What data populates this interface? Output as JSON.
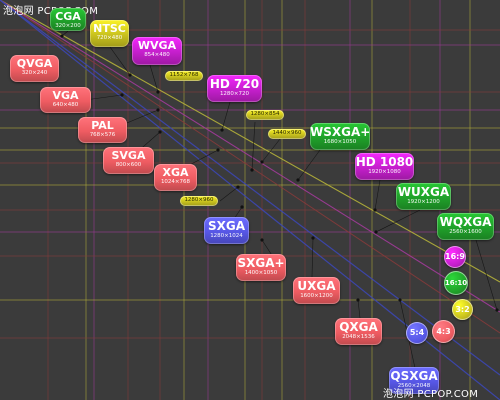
{
  "watermark_top": "泡泡网 PCPOP.COM",
  "watermark_bottom": "泡泡网 PCPOP.COM",
  "colors": {
    "background": "#3b3b3b",
    "red": "#ef5c62",
    "green": "#20a02a",
    "yellow": "#c9c21f",
    "magenta": "#c41fcb",
    "blue": "#5757e6",
    "guide_yellow": "#b6b23a",
    "guide_magenta": "#a23b9a",
    "guide_red": "#8a3b3b",
    "guide_blue": "#3c47b4"
  },
  "resolutions": [
    {
      "name": "CGA",
      "dims": "320×200",
      "color": "green"
    },
    {
      "name": "NTSC",
      "dims": "720×480",
      "color": "yellow"
    },
    {
      "name": "QVGA",
      "dims": "320×240",
      "color": "red"
    },
    {
      "name": "WVGA",
      "dims": "854×480",
      "color": "magenta"
    },
    {
      "name": "VGA",
      "dims": "640×480",
      "color": "red"
    },
    {
      "name": "HD 720",
      "dims": "1280×720",
      "color": "magenta"
    },
    {
      "name": "PAL",
      "dims": "768×576",
      "color": "red"
    },
    {
      "name": "SVGA",
      "dims": "800×600",
      "color": "red"
    },
    {
      "name": "WSXGA+",
      "dims": "1680×1050",
      "color": "green"
    },
    {
      "name": "XGA",
      "dims": "1024×768",
      "color": "red"
    },
    {
      "name": "HD 1080",
      "dims": "1920×1080",
      "color": "magenta"
    },
    {
      "name": "WUXGA",
      "dims": "1920×1200",
      "color": "green"
    },
    {
      "name": "SXGA",
      "dims": "1280×1024",
      "color": "blue"
    },
    {
      "name": "WQXGA",
      "dims": "2560×1600",
      "color": "green"
    },
    {
      "name": "SXGA+",
      "dims": "1400×1050",
      "color": "red"
    },
    {
      "name": "UXGA",
      "dims": "1600×1200",
      "color": "red"
    },
    {
      "name": "QXGA",
      "dims": "2048×1536",
      "color": "red"
    },
    {
      "name": "QSXGA",
      "dims": "2560×2048",
      "color": "blue"
    }
  ],
  "small_labels": [
    "1152×768",
    "1280×854",
    "1440×960",
    "1280×960"
  ],
  "ratios": [
    {
      "label": "16:9",
      "color": "magenta"
    },
    {
      "label": "16:10",
      "color": "green"
    },
    {
      "label": "3:2",
      "color": "yellow"
    },
    {
      "label": "4:3",
      "color": "red"
    },
    {
      "label": "5:4",
      "color": "blue"
    }
  ]
}
